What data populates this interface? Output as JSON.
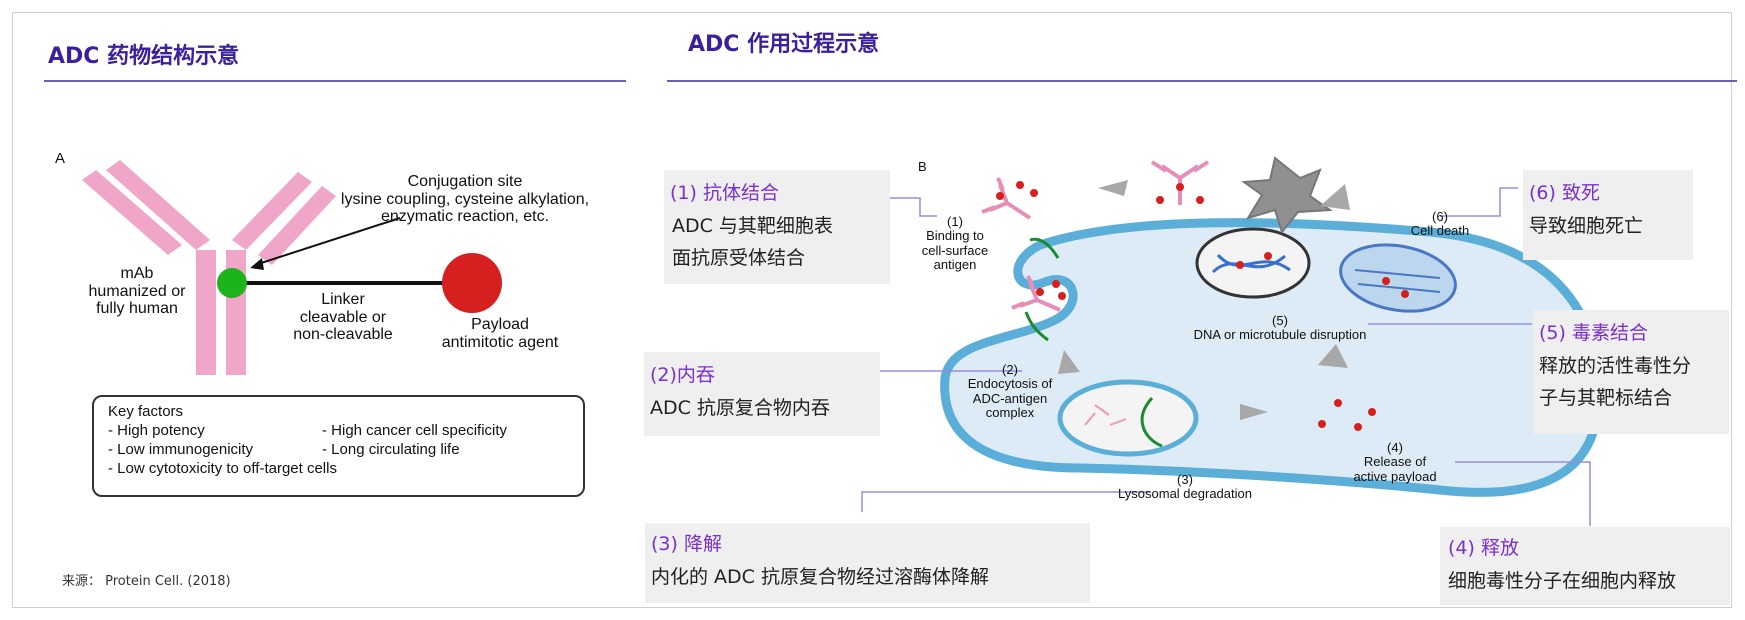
{
  "left_panel": {
    "title": "ADC 药物结构示意",
    "figure_letter": "A",
    "conjugation_site": [
      "Conjugation site",
      "lysine coupling, cysteine alkylation,",
      "enzymatic reaction, etc."
    ],
    "mab_label": [
      "mAb",
      "humanized or",
      "fully human"
    ],
    "linker_label": [
      "Linker",
      "cleavable or",
      "non-cleavable"
    ],
    "payload_label": [
      "Payload",
      "antimitotic agent"
    ],
    "key_factors": {
      "title": "Key factors",
      "items": [
        "- High potency",
        "- High cancer cell specificity",
        "- Low immunogenicity",
        "- Long circulating life",
        "- Low cytotoxicity to off-target cells"
      ]
    },
    "source": "来源： Protein Cell. (2018)"
  },
  "right_panel": {
    "title": "ADC 作用过程示意",
    "figure_letter": "B",
    "steps": [
      {
        "num": "(1)",
        "lines": [
          "Binding to",
          "cell-surface",
          "antigen"
        ]
      },
      {
        "num": "(2)",
        "lines": [
          "Endocytosis of",
          "ADC-antigen",
          "complex"
        ]
      },
      {
        "num": "(3)",
        "lines": [
          "Lysosomal degradation"
        ]
      },
      {
        "num": "(4)",
        "lines": [
          "Release of",
          "active payload"
        ]
      },
      {
        "num": "(5)",
        "lines": [
          "DNA or microtubule disruption"
        ]
      },
      {
        "num": "(6)",
        "lines": [
          "Cell death"
        ]
      }
    ],
    "callouts": [
      {
        "title": "(1) 抗体结合",
        "lines": [
          "ADC 与其靶细胞表",
          "面抗原受体结合"
        ]
      },
      {
        "title": "(2)内吞",
        "lines": [
          "ADC 抗原复合物内吞"
        ]
      },
      {
        "title": "(3) 降解",
        "lines": [
          "内化的 ADC 抗原复合物经过溶酶体降解"
        ]
      },
      {
        "title": "(4) 释放",
        "lines": [
          "细胞毒性分子在细胞内释放"
        ]
      },
      {
        "title": "(5) 毒素结合",
        "lines": [
          "释放的活性毒性分",
          "子与其靶标结合"
        ]
      },
      {
        "title": "(6) 致死",
        "lines": [
          "导致细胞死亡"
        ]
      }
    ]
  },
  "colors": {
    "title": "#3b1f9e",
    "callout_title": "#7b2fd0",
    "antibody": "#f0a6c8",
    "cell_fill": "#dcebf6",
    "cell_border": "#5aaed8",
    "payload": "#d61f1f",
    "conjugation": "#1db31d",
    "connector": "#9a8ce0"
  }
}
